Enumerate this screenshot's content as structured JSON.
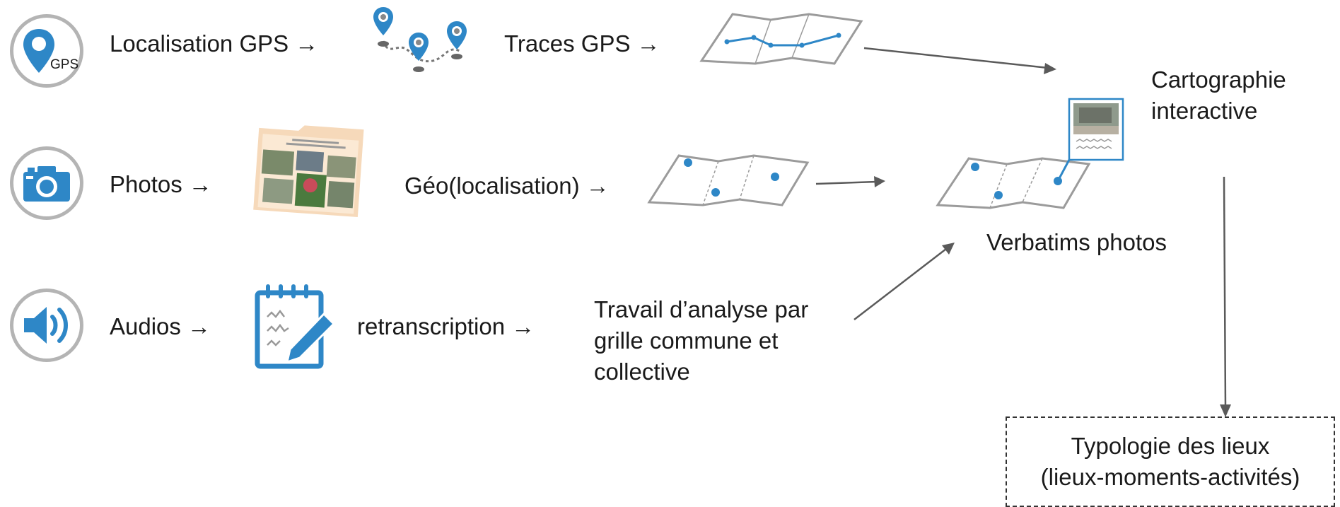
{
  "colors": {
    "accent": "#2e87c7",
    "map_stroke": "#9b9b9b",
    "arrow": "#5a5a5a",
    "icon_ring": "#b4b4b4"
  },
  "rows": {
    "gps": {
      "icon": "gps-pin-icon",
      "icon_text": "GPS",
      "label": "Localisation GPS →",
      "step2": "Traces GPS →"
    },
    "photos": {
      "icon": "camera-icon",
      "label": "Photos →",
      "step2": "Géo(localisation) →"
    },
    "audios": {
      "icon": "speaker-icon",
      "label": "Audios →",
      "step2": "retranscription →",
      "analysis": [
        "Travail d’analyse par",
        "grille commune et",
        "collective"
      ]
    }
  },
  "results": {
    "cartographie": [
      "Cartographie",
      "interactive"
    ],
    "verbatims": "Verbatims photos",
    "typologie": [
      "Typologie des lieux",
      "(lieux-moments-activités)"
    ]
  }
}
